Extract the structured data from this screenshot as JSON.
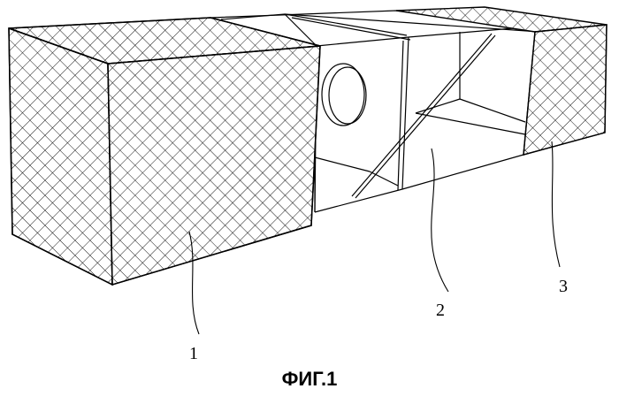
{
  "figure": {
    "caption": "ФИГ.1",
    "labels": {
      "part1": "1",
      "part2": "2",
      "part3": "3"
    }
  },
  "colors": {
    "ink": "#000000",
    "background": "#ffffff"
  }
}
